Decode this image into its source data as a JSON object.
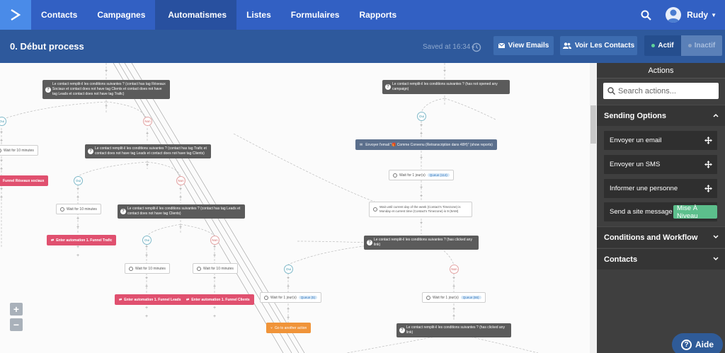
{
  "nav": {
    "items": [
      {
        "label": "Contacts"
      },
      {
        "label": "Campagnes"
      },
      {
        "label": "Automatismes"
      },
      {
        "label": "Listes"
      },
      {
        "label": "Formulaires"
      },
      {
        "label": "Rapports"
      }
    ],
    "active_index": 2,
    "user_name": "Rudy"
  },
  "header": {
    "title": "0. Début process",
    "saved_text": "Saved at 16:34",
    "view_emails": "View Emails",
    "voir_contacts": "Voir Les Contacts",
    "actif": "Actif",
    "inactif": "Inactif"
  },
  "flow": {
    "cond_top_left": "Le contact remplit-il les conditions suivantes ? (contact has tag Réseaux Sociaux et contact does not have tag Clients et contact does not have tag Leads et contact does not have tag Trafic)",
    "cond_top_right": "Le contact remplit-il les conditions suivantes ? (has not opened any campaign)",
    "cond_mid_left": "Le contact remplit-il les conditions suivantes ? (contact has tag Trafic et contact does not have tag Leads et contact does not have tag Clients)",
    "cond_mid2": "Le contact remplit-il les conditions suivantes ? (contact has tag Leads et contact does not have tag Clients)",
    "cond_right_mid": "Le contact remplit-il les conditions suivantes ? (has clicked any link)",
    "cond_right_bottom": "Le contact remplit-il les conditions suivantes ? (has clicked any link)",
    "email_node": "Envoyer l'email \"🎁 Comme Convenu (Retranscription dans 48H)\" (show reports)",
    "wait_10": "Wait for 10 minutes",
    "wait_1day": "Wait for 1 jour(s)",
    "wait_until": "Wait until current day of the week (Contact's Timezone) is Monday et current time (Contact's Timezone) is 9 (9AM)",
    "queue_114": "Queue (114)",
    "queue_5": "Queue (5)",
    "queue_66": "Queue (66)",
    "funnel_reseaux": "Funnel Réseaux sociaux",
    "funnel_trafic": "Enter automation 1. Funnel Trafic",
    "funnel_leads": "Enter automation 1. Funnel Leads",
    "funnel_clients": "Enter automation 1. Funnel Clients",
    "goto": "Go to another action",
    "oui": "Oui",
    "non": "Non",
    "zoom_in": "+",
    "zoom_out": "−"
  },
  "panel": {
    "title": "Actions",
    "search_placeholder": "Search actions...",
    "sending_options": "Sending Options",
    "actions": [
      {
        "label": "Envoyer un email"
      },
      {
        "label": "Envoyer un SMS"
      },
      {
        "label": "Informer une personne"
      },
      {
        "label": "Send a site message"
      }
    ],
    "upgrade_label": "Mise À Niveau",
    "conditions": "Conditions and Workflow",
    "contacts": "Contacts"
  },
  "aide": "Aide"
}
